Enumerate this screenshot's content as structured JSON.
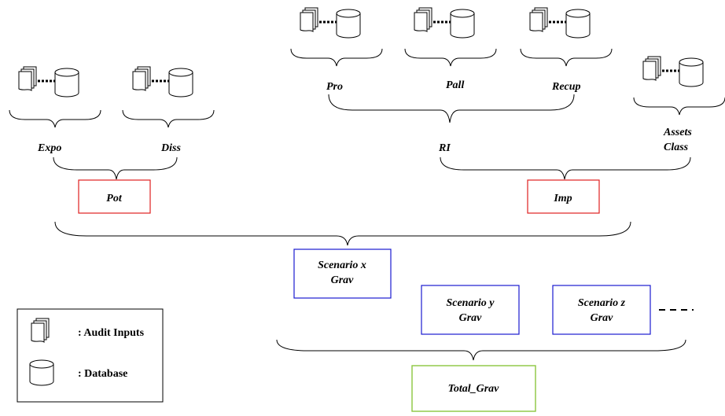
{
  "inputs": {
    "expo": "Expo",
    "diss": "Diss",
    "pro": "Pro",
    "pall": "Pall",
    "recup": "Recup",
    "assets_line1": "Assets",
    "assets_line2": "Class",
    "ri": "RI"
  },
  "boxes": {
    "pot": "Pot",
    "imp": "Imp",
    "scenario_x_line1": "Scenario x",
    "scenario_x_line2": "Grav",
    "scenario_y_line1": "Scenario y",
    "scenario_y_line2": "Grav",
    "scenario_z_line1": "Scenario z",
    "scenario_z_line2": "Grav",
    "total": "Total_Grav"
  },
  "legend": {
    "audit_inputs": ": Audit Inputs",
    "database": ": Database"
  },
  "colors": {
    "red_box": "#e02020",
    "blue_box": "#1a1ad0",
    "green_box": "#8cc63f"
  }
}
